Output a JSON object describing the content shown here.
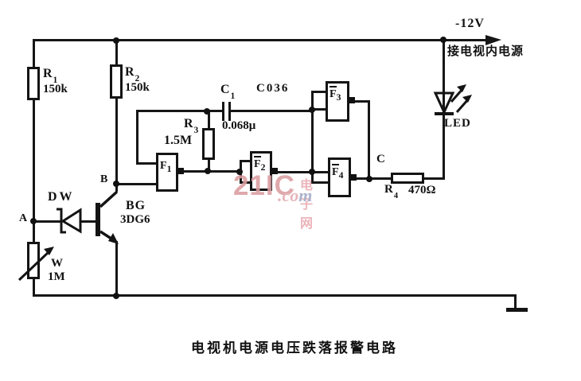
{
  "title": "电视机电源电压跌落报警电路",
  "power_rail": {
    "voltage": "-12V",
    "note": "接电视内电源"
  },
  "nodes": {
    "a": "A",
    "b": "B",
    "c": "C"
  },
  "components": {
    "r1": {
      "ref": "R",
      "sub": "1",
      "value": "150k"
    },
    "r2": {
      "ref": "R",
      "sub": "2",
      "value": "150k"
    },
    "r3": {
      "ref": "R",
      "sub": "3",
      "value": "1.5M"
    },
    "r4": {
      "ref": "R",
      "sub": "4",
      "value": "470Ω"
    },
    "c1": {
      "ref": "C",
      "sub": "1",
      "value": "0.068μ"
    },
    "ic_model": "C036",
    "zener": {
      "ref": "DW"
    },
    "pot": {
      "ref": "W",
      "value": "1M"
    },
    "transistor": {
      "ref": "BG",
      "value": "3DG6"
    },
    "led": {
      "ref": "LED"
    },
    "gates": {
      "f1": {
        "ref": "F",
        "sub": "1"
      },
      "f2": {
        "ref": "F",
        "sub": "2"
      },
      "f3": {
        "ref": "F",
        "sub": "3"
      },
      "f4": {
        "ref": "F",
        "sub": "4"
      }
    }
  },
  "watermark": {
    "brand": "21IC",
    "suffix_head": ".co",
    "suffix_tail": "m",
    "cn": "电子网"
  },
  "colors": {
    "line": "#161616",
    "wm_pink": "#db9da0",
    "wm_blue": "#a0a8c6"
  }
}
